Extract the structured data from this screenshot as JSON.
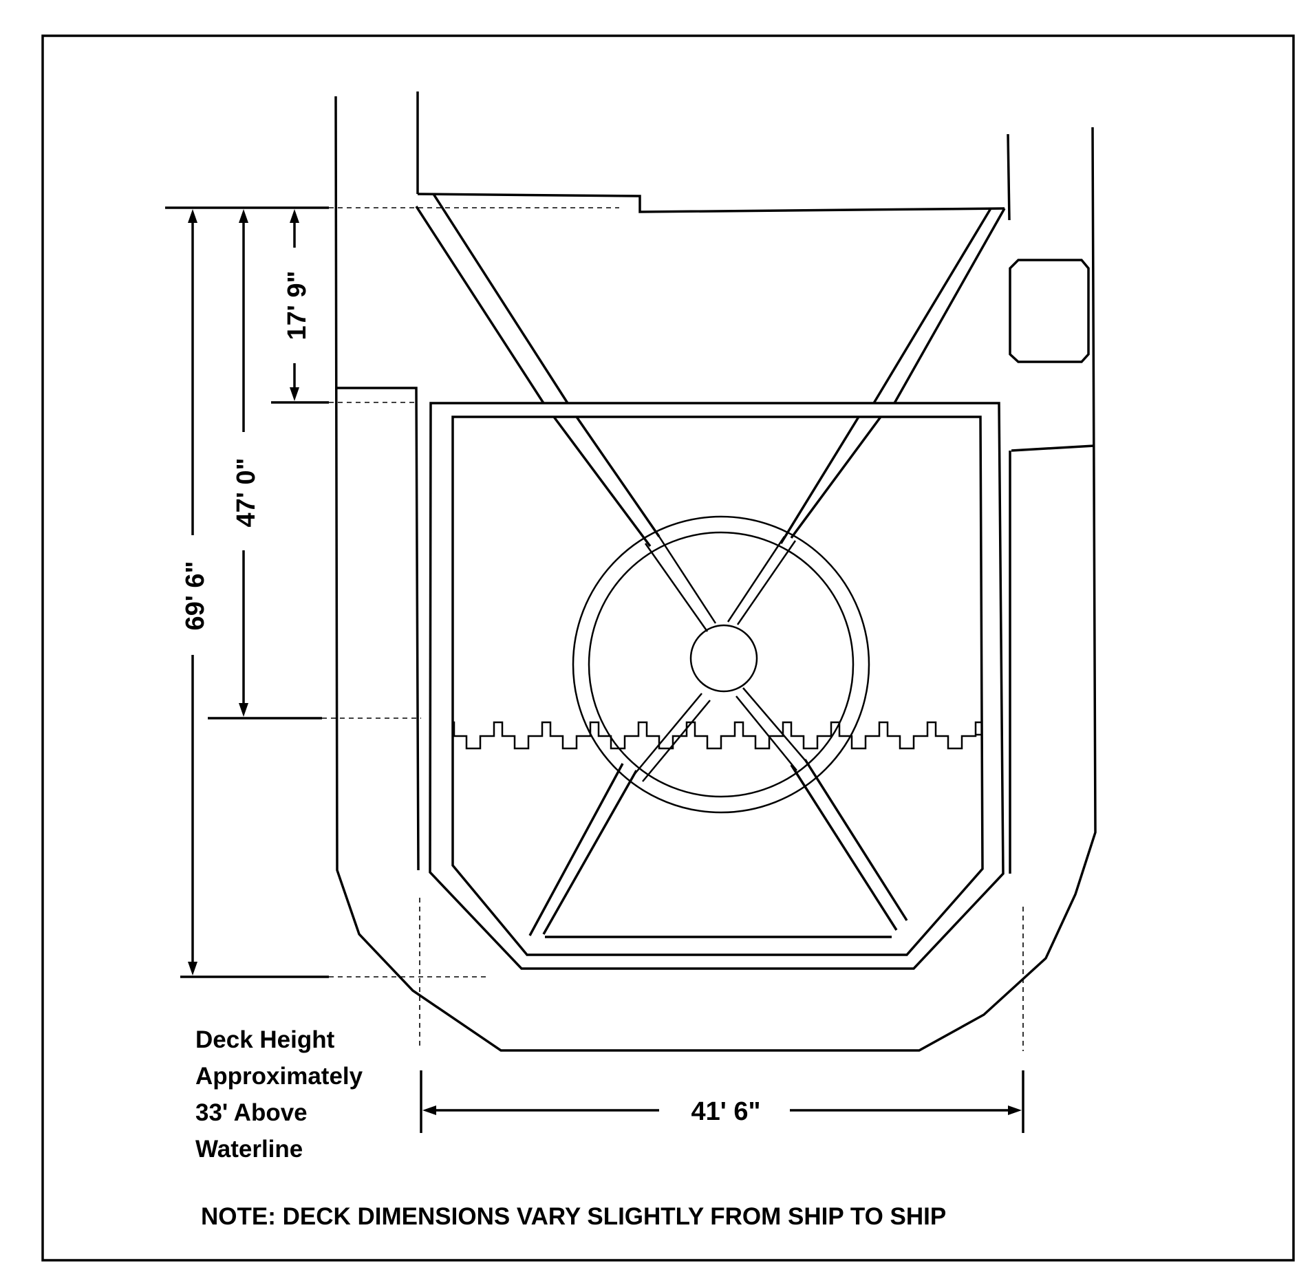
{
  "dimensions": {
    "height_total": "69' 6\"",
    "height_mid": "47' 0\"",
    "height_top": "17' 9\"",
    "width": "41' 6\""
  },
  "deck_height_note": {
    "line1": "Deck Height",
    "line2": "Approximately",
    "line3": "33' Above",
    "line4": "Waterline"
  },
  "note": "NOTE:  DECK DIMENSIONS VARY SLIGHTLY FROM SHIP TO SHIP"
}
